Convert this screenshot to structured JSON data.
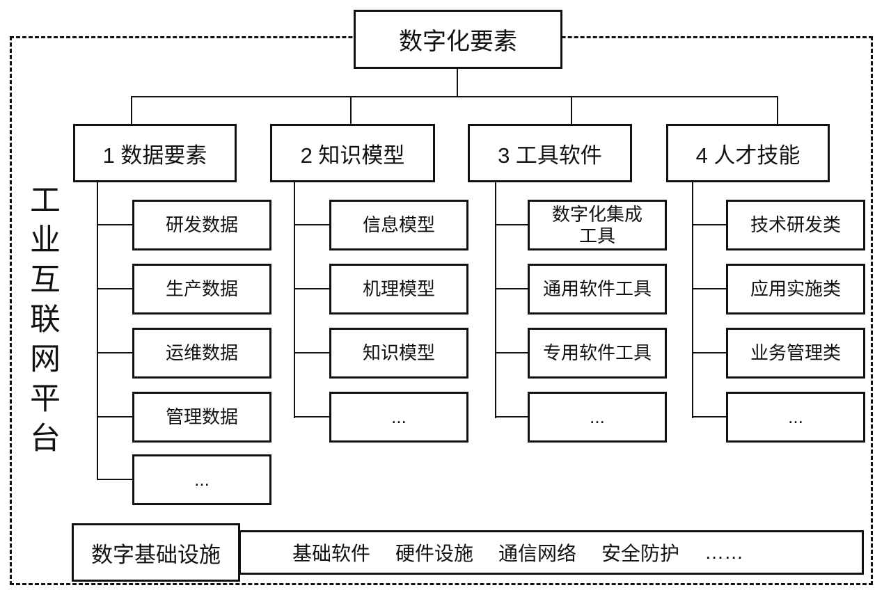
{
  "diagram": {
    "title": "数字化要素",
    "platform_label": "工业互联网平台",
    "root": "数字化要素",
    "columns": [
      {
        "header": "1 数据要素",
        "children": [
          "研发数据",
          "生产数据",
          "运维数据",
          "管理数据",
          "..."
        ]
      },
      {
        "header": "2 知识模型",
        "children": [
          "信息模型",
          "机理模型",
          "知识模型",
          "..."
        ]
      },
      {
        "header": "3 工具软件",
        "children": [
          "数字化集成\n工具",
          "通用软件工具",
          "专用软件工具",
          "..."
        ]
      },
      {
        "header": "4 人才技能",
        "children": [
          "技术研发类",
          "应用实施类",
          "业务管理类",
          "..."
        ]
      }
    ],
    "infrastructure": {
      "label": "数字基础设施",
      "items": [
        "基础软件",
        "硬件设施",
        "通信网络",
        "安全防护",
        "……"
      ]
    },
    "colors": {
      "line": "#111111",
      "background": "#ffffff"
    }
  }
}
